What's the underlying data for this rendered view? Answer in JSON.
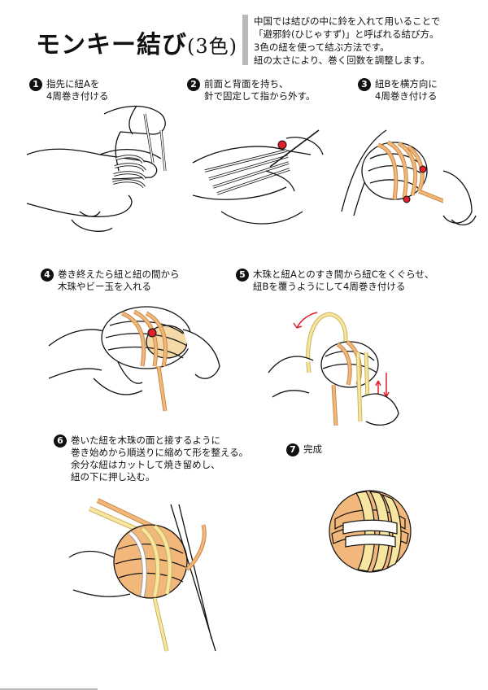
{
  "title": {
    "main": "モンキー結び",
    "sub": "(3色)"
  },
  "intro": [
    "中国では結びの中に鈴を入れて用いることで",
    "「避邪鈴(ひじゃすず)」と呼ばれる結び方。",
    "3色の紐を使って結ぶ方法です。",
    "紐の太さにより、巻く回数を調整します。"
  ],
  "steps": [
    {
      "num": "1",
      "lines": [
        "指先に紐Aを",
        "4周巻き付ける"
      ]
    },
    {
      "num": "2",
      "lines": [
        "前面と背面を持ち、",
        "針で固定して指から外す。"
      ]
    },
    {
      "num": "3",
      "lines": [
        "紐Bを横方向に",
        "4周巻き付ける"
      ]
    },
    {
      "num": "4",
      "lines": [
        "巻き終えたら紐と紐の間から",
        "木珠やビー玉を入れる"
      ]
    },
    {
      "num": "5",
      "lines": [
        "木珠と紐Aとのすき間から紐Cをくぐらせ、",
        "紐Bを覆うようにして4周巻き付ける"
      ]
    },
    {
      "num": "6",
      "lines": [
        "巻いた紐を木珠の面と接するように",
        "巻き始めから順送りに縮めて形を整える。",
        "余分な紐はカットして焼き留めし、",
        "紐の下に押し込む。"
      ]
    },
    {
      "num": "7",
      "lines": [
        "完成"
      ]
    }
  ],
  "colors": {
    "cord_a": "#ffffff",
    "cord_b": "#f2b77a",
    "cord_c": "#f7e6a0",
    "pin_head": "#e0202a",
    "bead": "#f6d9a8",
    "outline": "#111111"
  }
}
